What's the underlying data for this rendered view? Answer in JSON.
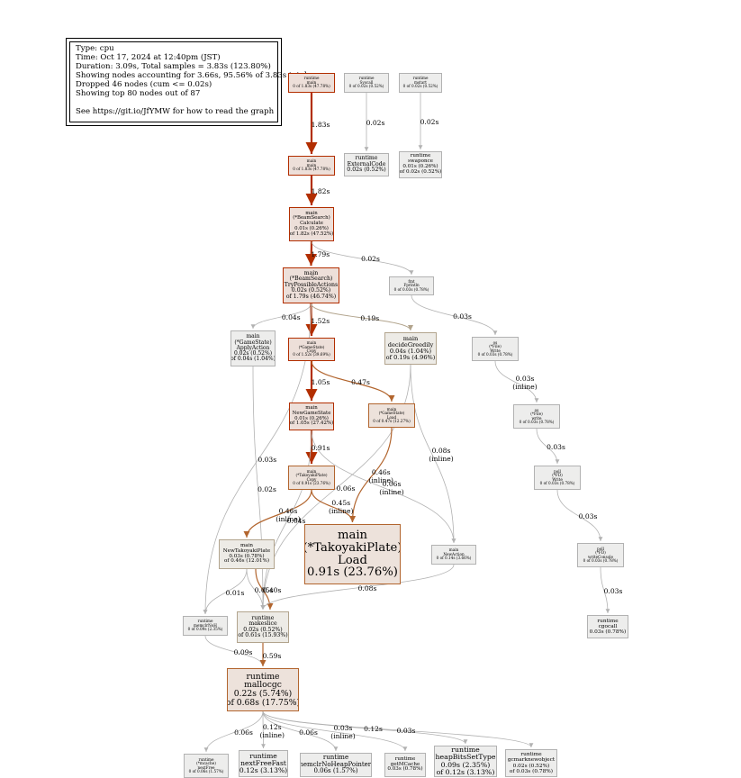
{
  "legend": [
    "Type: cpu",
    "Time: Oct 17, 2024 at 12:40pm (JST)",
    "Duration: 3.09s, Total samples = 3.83s (123.80%)",
    "Showing nodes accounting for 3.66s, 95.56% of 3.83s total",
    "Dropped 46 nodes (cum <= 0.02s)",
    "Showing top 80 nodes out of 87",
    "",
    "See https://git.io/JfYMW for how to read the graph"
  ],
  "nodes": [
    {
      "id": "n_main_root",
      "heat": "hot",
      "lines": [
        "runtime",
        "main",
        "0 of 1.83s (47.78%)"
      ]
    },
    {
      "id": "n_runtime_sys",
      "heat": "cold",
      "lines": [
        "runtime",
        "Syscall",
        "0 of 0.02s (0.52%)"
      ]
    },
    {
      "id": "n_runtime_mstart",
      "heat": "cold",
      "lines": [
        "runtime",
        "mstart",
        "0 of 0.02s (0.52%)"
      ]
    },
    {
      "id": "n_main_main",
      "heat": "hot",
      "lines": [
        "main",
        "main",
        "0 of 1.83s (47.78%)"
      ]
    },
    {
      "id": "n_external",
      "heat": "cold",
      "lines": [
        "runtime",
        "ExternalCode",
        "0.02s (0.52%)"
      ]
    },
    {
      "id": "n_swapone",
      "heat": "cold",
      "lines": [
        "runtime",
        "swaponce",
        "0.01s (0.26%)",
        "of 0.02s (0.52%)"
      ]
    },
    {
      "id": "n_calculate",
      "heat": "hot",
      "lines": [
        "main",
        "(*BeamSearch)",
        "Calculate",
        "0.01s (0.26%)",
        "of 1.82s (47.52%)"
      ]
    },
    {
      "id": "n_fprintln",
      "heat": "cold",
      "lines": [
        "fmt",
        "Fprintln",
        "0 of 0.03s (0.78%)"
      ]
    },
    {
      "id": "n_trypossible",
      "heat": "hot",
      "lines": [
        "main",
        "(*BeamSearch)",
        "TryPossibleActions",
        "0.02s (0.52%)",
        "of 1.79s (46.74%)"
      ]
    },
    {
      "id": "n_applyaction",
      "heat": "cold",
      "lines": [
        "main",
        "(*GameState)",
        "ApplyAction",
        "0.02s (0.52%)",
        "of 0.04s (1.04%)"
      ]
    },
    {
      "id": "n_copy",
      "heat": "hot",
      "lines": [
        "main",
        "(*GameState)",
        "Copy",
        "0 of 1.52s (39.69%)"
      ]
    },
    {
      "id": "n_greedily",
      "heat": "mild",
      "lines": [
        "main",
        "decideGreedily",
        "0.04s (1.04%)",
        "of 0.19s (4.96%)"
      ]
    },
    {
      "id": "n_oswrite",
      "heat": "cold",
      "lines": [
        "os",
        "(*File)",
        "Write",
        "0 of 0.03s (0.78%)"
      ]
    },
    {
      "id": "n_newgamestate",
      "heat": "hot",
      "lines": [
        "main",
        "NewGameState",
        "0.01s (0.26%)",
        "of 1.05s (27.42%)"
      ]
    },
    {
      "id": "n_load_small",
      "heat": "warm",
      "lines": [
        "main",
        "(*GameState)",
        "Load",
        "0 of 0.47s (12.27%)"
      ]
    },
    {
      "id": "n_oswrite2",
      "heat": "cold",
      "lines": [
        "os",
        "(*File)",
        "write",
        "0 of 0.03s (0.78%)"
      ]
    },
    {
      "id": "n_tkcopy",
      "heat": "warm",
      "lines": [
        "main",
        "(*TakoyakiPlate)",
        "Copy",
        "0 of 0.91s (23.76%)"
      ]
    },
    {
      "id": "n_pollwrite",
      "heat": "cold",
      "lines": [
        "poll",
        "(*FD)",
        "Write",
        "0 of 0.03s (0.78%)"
      ]
    },
    {
      "id": "n_tkload",
      "heat": "warm",
      "big": true,
      "lines": [
        "main",
        "(*TakoyakiPlate)",
        "Load",
        "0.91s (23.76%)"
      ]
    },
    {
      "id": "n_newtako",
      "heat": "mild",
      "lines": [
        "main",
        "NewTakoyakiPlate",
        "0.03s (0.78%)",
        "of 0.46s (12.01%)"
      ]
    },
    {
      "id": "n_newaction",
      "heat": "cold",
      "lines": [
        "main",
        "NewAction",
        "0 of 0.14s (3.66%)"
      ]
    },
    {
      "id": "n_ignoring",
      "heat": "cold",
      "lines": [
        "poll",
        "(*FD)",
        "writeConsole",
        "0 of 0.03s (0.78%)"
      ]
    },
    {
      "id": "n_memmove",
      "heat": "cold",
      "lines": [
        "runtime",
        "memclrNoH",
        "0 of 0.09s (2.35%)"
      ]
    },
    {
      "id": "n_makeslice",
      "heat": "mild",
      "lines": [
        "runtime",
        "makeslice",
        "0.02s (0.52%)",
        "of 0.61s (15.93%)"
      ]
    },
    {
      "id": "n_cgocall",
      "heat": "cold",
      "lines": [
        "runtime",
        "cgocall",
        "0.03s (0.78%)"
      ]
    },
    {
      "id": "n_mallocgc",
      "heat": "warm",
      "lines": [
        "runtime",
        "mallocgc",
        "0.22s (5.74%)",
        "of 0.68s (17.75%)"
      ]
    },
    {
      "id": "n_nextfree",
      "heat": "cold",
      "lines": [
        "runtime",
        "(*mcache)",
        "nextFree",
        "0 of 0.06s (1.57%)"
      ]
    },
    {
      "id": "n_nextfreefast",
      "heat": "cold",
      "lines": [
        "runtime",
        "nextFreeFast",
        "0.12s (3.13%)"
      ]
    },
    {
      "id": "n_memclr",
      "heat": "cold",
      "lines": [
        "runtime",
        "memclrNoHeapPointers",
        "0.06s (1.57%)"
      ]
    },
    {
      "id": "n_getmcache",
      "heat": "cold",
      "lines": [
        "runtime",
        "getMCache",
        "0.03s (0.78%)"
      ]
    },
    {
      "id": "n_heapbits",
      "heat": "cold",
      "lines": [
        "runtime",
        "heapBitsSetType",
        "0.09s (2.35%)",
        "of 0.12s (3.13%)"
      ]
    },
    {
      "id": "n_publication",
      "heat": "cold",
      "lines": [
        "runtime",
        "gcmarknewobject",
        "0.02s (0.52%)",
        "of 0.03s (0.78%)"
      ]
    }
  ],
  "edges": [
    {
      "from": "n_main_root",
      "to": "n_main_main",
      "label": "1.83s",
      "heat": "hot"
    },
    {
      "from": "n_runtime_sys",
      "to": "n_external",
      "label": "0.02s",
      "heat": "cold"
    },
    {
      "from": "n_runtime_mstart",
      "to": "n_swapone",
      "label": "0.02s",
      "heat": "cold"
    },
    {
      "from": "n_main_main",
      "to": "n_calculate",
      "label": "1.82s",
      "heat": "hot"
    },
    {
      "from": "n_calculate",
      "to": "n_trypossible",
      "label": "1.79s",
      "heat": "hot"
    },
    {
      "from": "n_calculate",
      "to": "n_fprintln",
      "label": "0.02s",
      "heat": "cold"
    },
    {
      "from": "n_trypossible",
      "to": "n_applyaction",
      "label": "0.04s",
      "heat": "cold"
    },
    {
      "from": "n_trypossible",
      "to": "n_copy",
      "label": "1.52s",
      "heat": "hot"
    },
    {
      "from": "n_trypossible",
      "to": "n_greedily",
      "label": "0.19s",
      "heat": "mild"
    },
    {
      "from": "n_fprintln",
      "to": "n_oswrite",
      "label": "0.03s",
      "heat": "cold"
    },
    {
      "from": "n_copy",
      "to": "n_newgamestate",
      "label": "1.05s",
      "heat": "hot"
    },
    {
      "from": "n_copy",
      "to": "n_load_small",
      "label": "0.47s",
      "heat": "warm"
    },
    {
      "from": "n_oswrite",
      "to": "n_oswrite2",
      "label": "0.03s\n(inline)",
      "heat": "cold"
    },
    {
      "from": "n_newgamestate",
      "to": "n_tkcopy",
      "label": "0.91s",
      "heat": "hot"
    },
    {
      "from": "n_oswrite2",
      "to": "n_pollwrite",
      "label": "0.03s",
      "heat": "cold"
    },
    {
      "from": "n_greedily",
      "to": "n_newaction",
      "label": "0.08s\n(inline)",
      "heat": "cold"
    },
    {
      "from": "n_greedily",
      "to": "n_makeslice",
      "label": "0.06s",
      "heat": "cold"
    },
    {
      "from": "n_newgamestate",
      "to": "n_newaction",
      "label": "0.06s\n(inline)",
      "heat": "cold"
    },
    {
      "from": "n_load_small",
      "to": "n_tkload",
      "label": "0.46s\n(inline)",
      "heat": "warm"
    },
    {
      "from": "n_applyaction",
      "to": "n_makeslice",
      "label": "0.02s",
      "heat": "cold"
    },
    {
      "from": "n_tkcopy",
      "to": "n_newtako",
      "label": "0.46s\n(inline)",
      "heat": "warm"
    },
    {
      "from": "n_tkcopy",
      "to": "n_tkload",
      "label": "0.45s\n(inline)",
      "heat": "warm"
    },
    {
      "from": "n_newgamestate",
      "to": "n_makeslice",
      "label": "0.04s",
      "heat": "cold"
    },
    {
      "from": "n_pollwrite",
      "to": "n_ignoring",
      "label": "0.03s",
      "heat": "cold"
    },
    {
      "from": "n_trypossible",
      "to": "n_memmove",
      "label": "0.03s",
      "heat": "cold"
    },
    {
      "from": "n_newtako",
      "to": "n_memmove",
      "label": "0.01s",
      "heat": "cold"
    },
    {
      "from": "n_newtako",
      "to": "n_makeslice",
      "label": "0.05s",
      "heat": "cold"
    },
    {
      "from": "n_newtako",
      "to": "n_makeslice",
      "label": "0.40s",
      "heat": "warm",
      "offset": true
    },
    {
      "from": "n_newaction",
      "to": "n_makeslice",
      "label": "0.08s",
      "heat": "cold"
    },
    {
      "from": "n_ignoring",
      "to": "n_cgocall",
      "label": "0.03s",
      "heat": "cold"
    },
    {
      "from": "n_memmove",
      "to": "n_mallocgc",
      "label": "0.09s",
      "heat": "cold"
    },
    {
      "from": "n_makeslice",
      "to": "n_mallocgc",
      "label": "0.59s",
      "heat": "warm"
    },
    {
      "from": "n_mallocgc",
      "to": "n_nextfree",
      "label": "0.06s",
      "heat": "cold"
    },
    {
      "from": "n_mallocgc",
      "to": "n_nextfreefast",
      "label": "0.12s\n(inline)",
      "heat": "cold"
    },
    {
      "from": "n_mallocgc",
      "to": "n_memclr",
      "label": "0.06s",
      "heat": "cold"
    },
    {
      "from": "n_mallocgc",
      "to": "n_getmcache",
      "label": "0.03s\n(inline)",
      "heat": "cold"
    },
    {
      "from": "n_mallocgc",
      "to": "n_heapbits",
      "label": "0.12s",
      "heat": "cold"
    },
    {
      "from": "n_mallocgc",
      "to": "n_publication",
      "label": "0.03s",
      "heat": "cold"
    }
  ],
  "colors": {
    "hot_stroke": "#b22e00",
    "warm_stroke": "#b2652e",
    "mild_stroke": "#b2a48d",
    "cold_stroke": "#b2b2b2"
  }
}
